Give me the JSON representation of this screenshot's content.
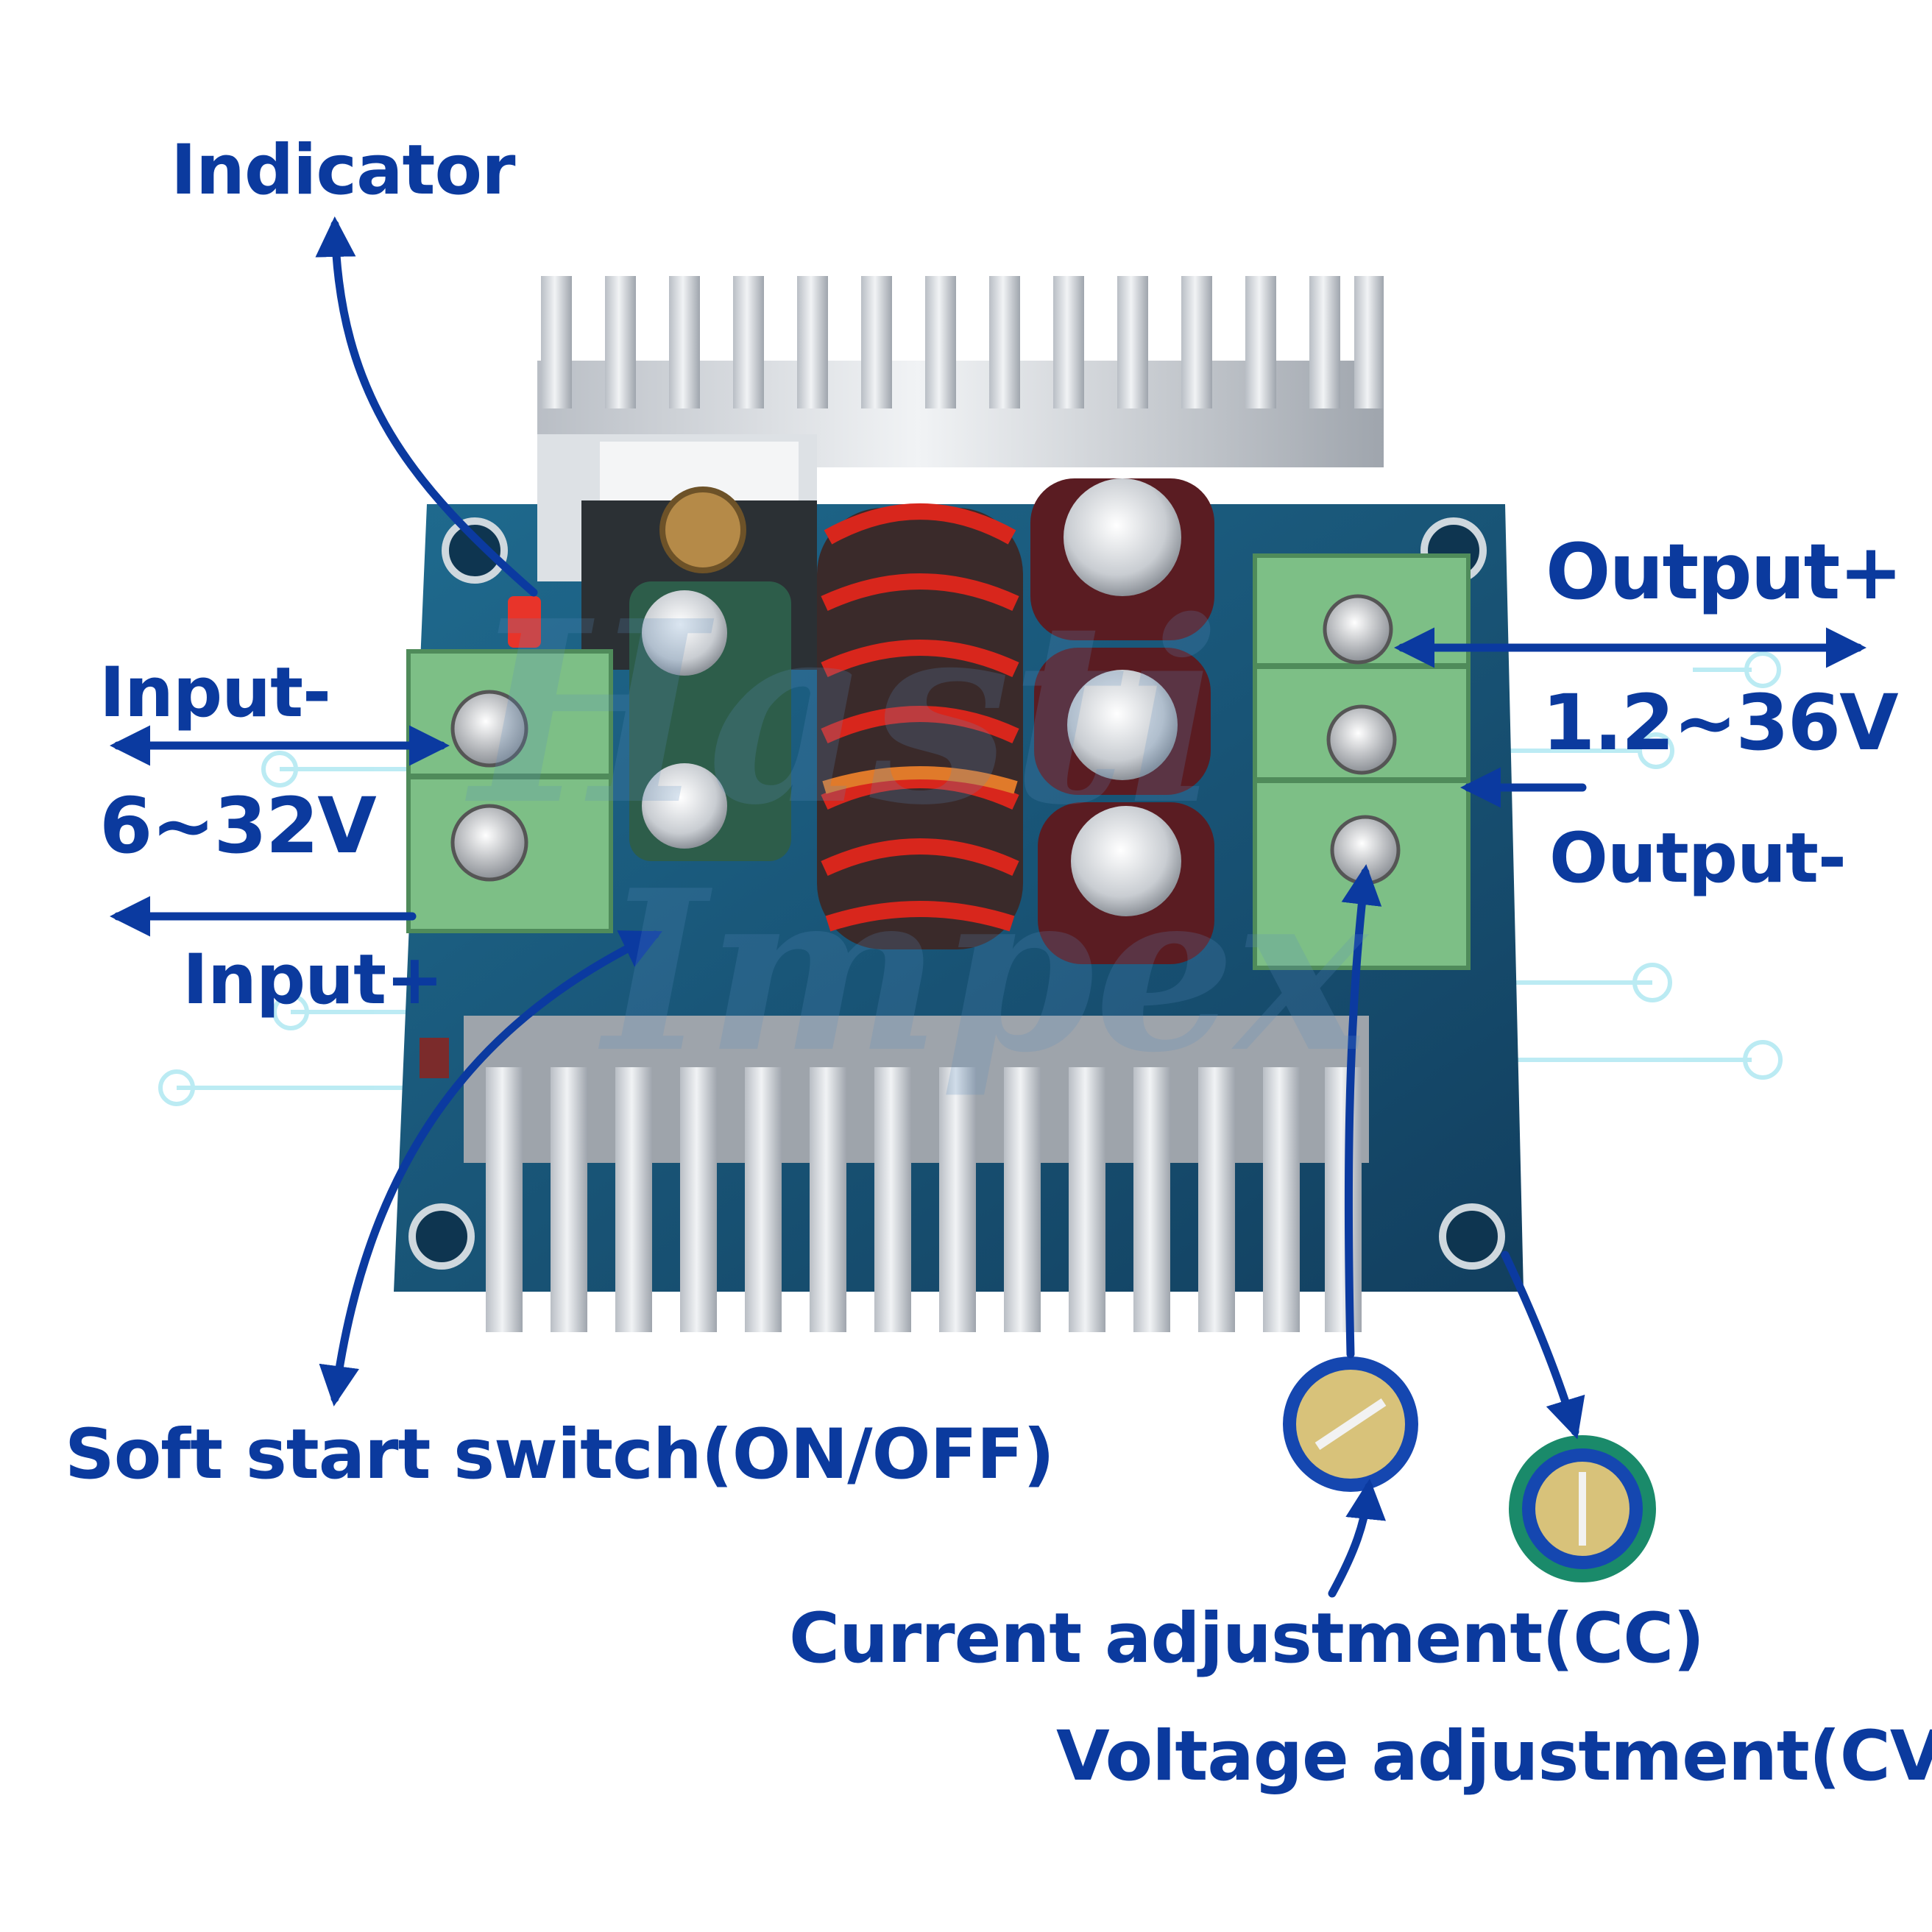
{
  "labels": {
    "indicator": "Indicator",
    "input_minus": "Input-",
    "input_range": "6~32V",
    "input_plus": "Input+",
    "output_plus": "Output+",
    "output_range": "1.2~36V",
    "output_minus": "Output-",
    "soft_start": "Soft start switch(ON/OFF)",
    "current_adj": "Current adjustment(CC)",
    "voltage_adj": "Voltage adjustment(CV)"
  },
  "watermark": {
    "line1": "Hasti",
    "line2": "Impex"
  },
  "colors": {
    "label": "#0b3a9e",
    "arrow": "#0b3aa0",
    "pcb": "#1c5a7e",
    "heatsink": "#d9dde2",
    "terminal": "#7dbf86",
    "inductor_wire": "#d8261c",
    "capacitor": "#5a1c22",
    "led": "#e8342a"
  }
}
